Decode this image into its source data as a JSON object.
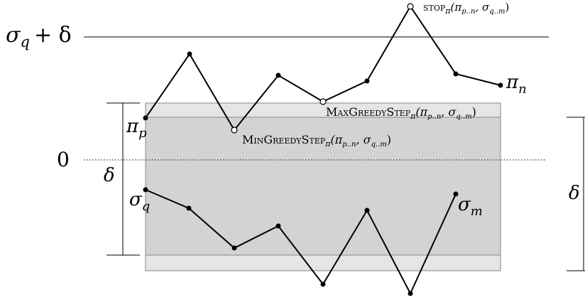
{
  "diagram": {
    "labels": {
      "sigma_q_plus_delta": "σ_q + δ",
      "zero": "0",
      "delta_left": "δ",
      "delta_right": "δ",
      "pi_p": "π_p",
      "pi_n": "π_n",
      "sigma_q": "σ_q",
      "sigma_m": "σ_m",
      "stop": "STOP_π(π_p..n, σ_q..m)",
      "max_greedy": "MaxGreedyStep_π(π_p..n, σ_q..m)",
      "min_greedy": "MinGreedyStep_π(π_p..n, σ_q..m)"
    },
    "text_parts": {
      "sigma_sym": "σ",
      "sub_q": "q",
      "plus_delta": "+ δ",
      "pi_sym": "π",
      "sub_p": "p",
      "sub_n": "n",
      "sub_m": "m",
      "stop_word": "stop",
      "max_word": "MaxGreedyStep",
      "min_word": "MinGreedyStep",
      "sub_pi": "π",
      "args": "(π",
      "args_sub1": "p..n",
      "args_mid": ", σ",
      "args_sub2": "q..m",
      "args_end": ")"
    },
    "colors": {
      "outer_band": "#e5e5e5",
      "inner_band": "#d3d3d3",
      "band_border": "#888888",
      "line": "#000000"
    }
  }
}
